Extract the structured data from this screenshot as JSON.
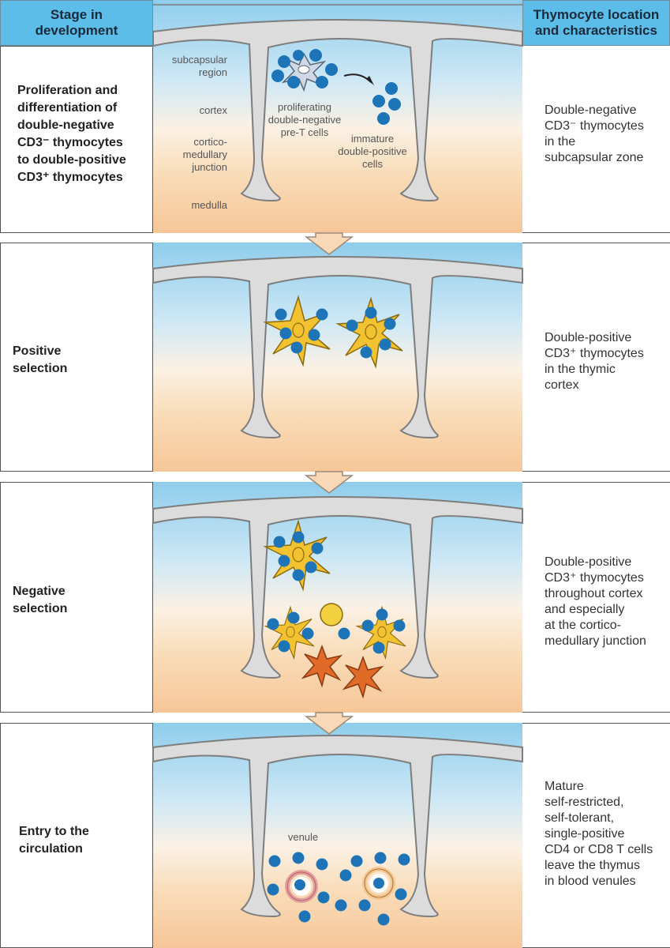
{
  "headers": {
    "left": "Stage in\ndevelopment",
    "right": "Thymocyte location\nand characteristics"
  },
  "rows": [
    {
      "stage": "Proliferation and\ndifferentiation of\ndouble-negative\nCD3⁻ thymocytes\nto double-positive\nCD3⁺ thymocytes",
      "characteristics": "Double-negative\nCD3⁻ thymocytes\nin the\nsubcapsular zone"
    },
    {
      "stage": "Positive\nselection",
      "characteristics": "Double-positive\nCD3⁺ thymocytes\nin the thymic\ncortex"
    },
    {
      "stage": "Negative\nselection",
      "characteristics": "Double-positive\nCD3⁺ thymocytes\nthroughout cortex\nand especially\nat the cortico-\nmedullary junction"
    },
    {
      "stage": "Entry to the\ncirculation",
      "characteristics": "Mature\nself-restricted,\nself-tolerant,\nsingle-positive\nCD4 or CD8 T cells\nleave the thymus\nin blood venules"
    }
  ],
  "region_labels": {
    "subcapsular": "subcapsular\nregion",
    "cortex": "cortex",
    "junction": "cortico-\nmedullary\njunction",
    "medulla": "medulla"
  },
  "cell_labels": {
    "proliferating": "proliferating\ndouble-negative\npre-T cells",
    "immature": "immature\ndouble-positive\ncells",
    "venule": "venule"
  },
  "colors": {
    "header": "#5bbde8",
    "thymocyte": "#1d75b8",
    "epithelial_cell": "#f2c230",
    "macrophage": "#e06a28",
    "septum": "#d9d9d9",
    "medulla": "#f6c99a",
    "cortex": "#a8d7ef"
  }
}
